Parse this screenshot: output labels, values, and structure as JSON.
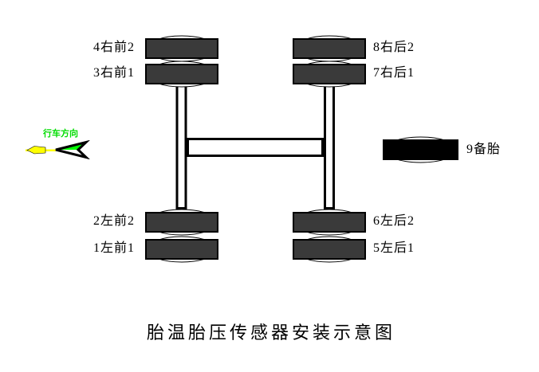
{
  "title": "胎温胎压传感器安装示意图",
  "direction": {
    "label": "行车方向"
  },
  "wheels": [
    {
      "num": "1",
      "label": "1左前1"
    },
    {
      "num": "2",
      "label": "2左前2"
    },
    {
      "num": "3",
      "label": "3右前1"
    },
    {
      "num": "4",
      "label": "4右前2"
    },
    {
      "num": "5",
      "label": "5左后1"
    },
    {
      "num": "6",
      "label": "6左后2"
    },
    {
      "num": "7",
      "label": "7右后1"
    },
    {
      "num": "8",
      "label": "8右后2"
    }
  ],
  "spare": {
    "label": "9备胎"
  },
  "colors": {
    "tire_fill": "#3a3a3a",
    "spare_fill": "#000000",
    "outline": "#000000",
    "direction_text": "#00dd00",
    "arrow_green": "#00ff00",
    "arrow_yellow": "#ffff00",
    "background": "#ffffff"
  }
}
